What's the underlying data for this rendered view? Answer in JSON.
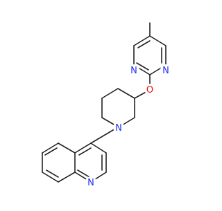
{
  "colors": {
    "nitrogen": "#2233ee",
    "oxygen": "#ee1111",
    "bond": "#222222"
  },
  "atom_labels": {
    "n_pyr_right": "N",
    "n_pyr_left": "N",
    "o_ether": "O",
    "n_pip": "N",
    "n_quin": "N"
  }
}
